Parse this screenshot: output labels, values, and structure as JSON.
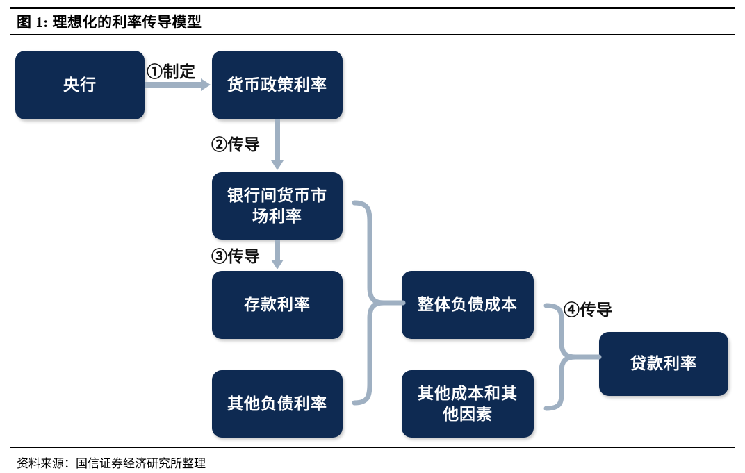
{
  "figure": {
    "title": "图 1:  理想化的利率传导模型",
    "source": "资料来源：国信证券经济研究所整理",
    "accent_navy": "#0E2A52",
    "connector_gray": "#9FB0C2",
    "background": "#ffffff"
  },
  "nodes": {
    "central_bank": "央行",
    "policy_rate": "货币政策利率",
    "interbank_rate": "银行间货币市\n场利率",
    "deposit_rate": "存款利率",
    "other_liability_rate": "其他负债利率",
    "overall_liability_cost": "整体负债成本",
    "other_costs_factors": "其他成本和其\n他因素",
    "loan_rate": "贷款利率"
  },
  "steps": {
    "step1": "①制定",
    "step2": "②传导",
    "step3": "③传导",
    "step4": "④传导"
  }
}
